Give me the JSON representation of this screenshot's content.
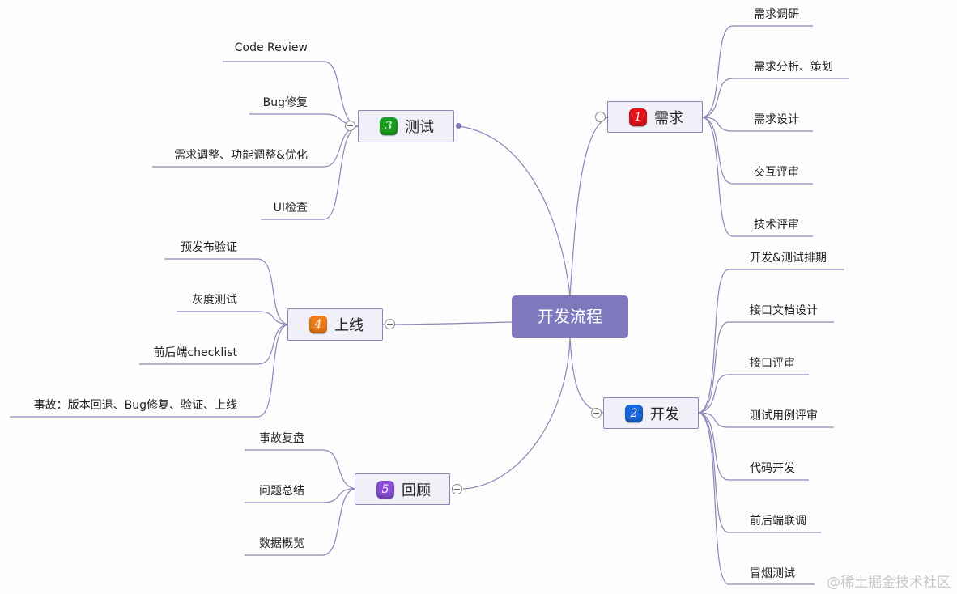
{
  "central": {
    "label": "开发流程"
  },
  "branches": {
    "b1": {
      "num": "1",
      "label": "需求",
      "color": "#e3141a",
      "items": [
        "需求调研",
        "需求分析、策划",
        "需求设计",
        "交互评审",
        "技术评审"
      ]
    },
    "b2": {
      "num": "2",
      "label": "开发",
      "color": "#1967d8",
      "items": [
        "开发&测试排期",
        "接口文档设计",
        "接口评审",
        "测试用例评审",
        "代码开发",
        "前后端联调",
        "冒烟测试"
      ]
    },
    "b3": {
      "num": "3",
      "label": "测试",
      "color": "#1a9f1e",
      "items": [
        "Code Review",
        "Bug修复",
        "需求调整、功能调整&优化",
        "UI检查"
      ]
    },
    "b4": {
      "num": "4",
      "label": "上线",
      "color": "#ef7d1a",
      "items": [
        "预发布验证",
        "灰度测试",
        "前后端checklist",
        "事故：版本回退、Bug修复、验证、上线"
      ]
    },
    "b5": {
      "num": "5",
      "label": "回顾",
      "color": "#8a4fd6",
      "items": [
        "事故复盘",
        "问题总结",
        "数据概览"
      ]
    }
  },
  "colors": {
    "line": "#8d85b7",
    "center_fill": "#7f78bd",
    "node_fill": "#f1eff8"
  },
  "watermark": "@稀土掘金技术社区"
}
